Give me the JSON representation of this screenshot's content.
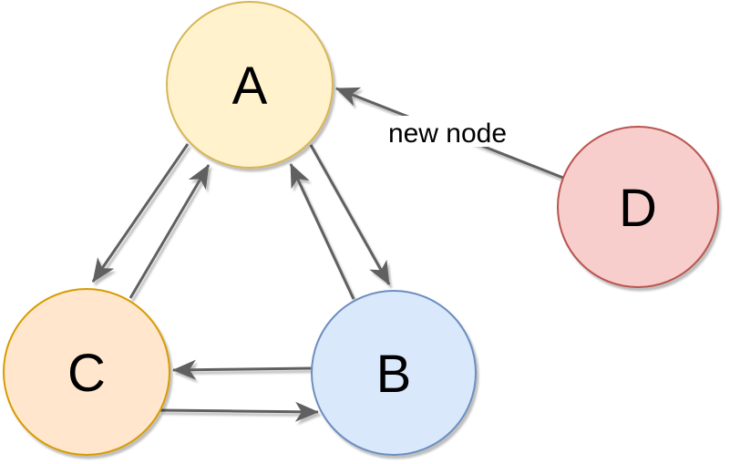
{
  "diagram": {
    "background": "#ffffff",
    "arrow_color": "#616161",
    "text_color": "#000000",
    "nodes": [
      {
        "id": "A",
        "label": "A",
        "fill": "#FFF2CC",
        "stroke": "#D6B656"
      },
      {
        "id": "B",
        "label": "B",
        "fill": "#DAE8FC",
        "stroke": "#6C8EBF"
      },
      {
        "id": "C",
        "label": "C",
        "fill": "#FFE6CC",
        "stroke": "#D79B00"
      },
      {
        "id": "D",
        "label": "D",
        "fill": "#F8CECC",
        "stroke": "#B85450"
      }
    ],
    "edges": [
      {
        "from": "A",
        "to": "C",
        "label": ""
      },
      {
        "from": "C",
        "to": "A",
        "label": ""
      },
      {
        "from": "A",
        "to": "B",
        "label": ""
      },
      {
        "from": "B",
        "to": "A",
        "label": ""
      },
      {
        "from": "B",
        "to": "C",
        "label": ""
      },
      {
        "from": "C",
        "to": "B",
        "label": ""
      },
      {
        "from": "D",
        "to": "A",
        "label": "new node"
      }
    ]
  }
}
